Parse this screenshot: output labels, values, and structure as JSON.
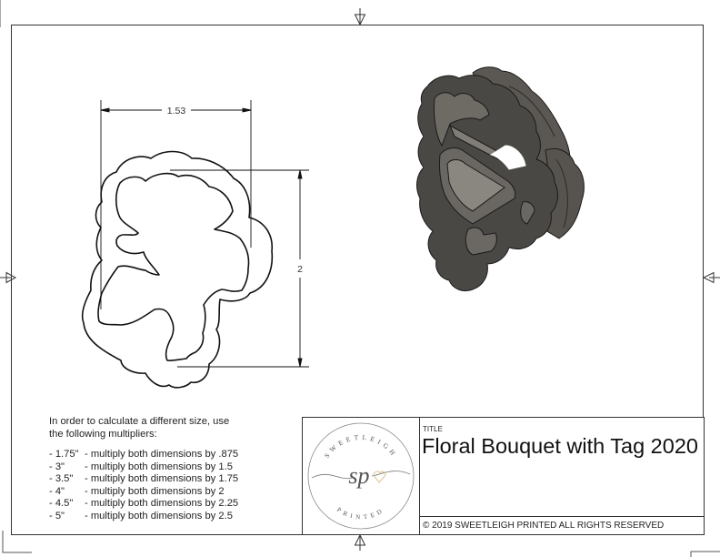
{
  "drawing": {
    "dimension_width": "1.53",
    "dimension_height": "2",
    "part_color": "#4a4844",
    "line_color": "#111111"
  },
  "notes": {
    "intro_line1": "In order to calculate a different size, use",
    "intro_line2": "the following multipliers:",
    "multipliers": [
      {
        "size": "- 1.75\"",
        "text": "- multiply both dimensions by .875"
      },
      {
        "size": "- 3\"",
        "text": "- multiply both dimensions by 1.5"
      },
      {
        "size": "- 3.5\"",
        "text": "- multiply both dimensions by 1.75"
      },
      {
        "size": "- 4\"",
        "text": "- multiply both dimensions by 2"
      },
      {
        "size": "- 4.5\"",
        "text": "- multiply both dimensions by 2.25"
      },
      {
        "size": "- 5\"",
        "text": "- multiply both dimensions by 2.5"
      }
    ]
  },
  "title_block": {
    "logo": {
      "top_text": "SWEETLEIGH",
      "monogram": "sp",
      "bottom_text": "PRINTED"
    },
    "title_label": "TITLE",
    "title": "Floral Bouquet with Tag 2020",
    "copyright": "© 2019  SWEETLEIGH PRINTED  ALL RIGHTS RESERVED"
  }
}
